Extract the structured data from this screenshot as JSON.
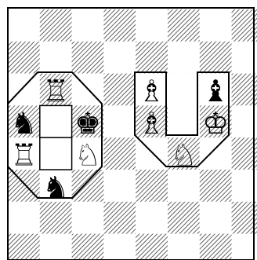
{
  "board": {
    "files": 8,
    "ranks": 8,
    "light_square_color": "#ffffff",
    "dark_square_hatch_color": "#333333",
    "frame_color": "#000000"
  },
  "regions": [
    {
      "name": "left-octagon-region",
      "shape": "octagon",
      "contains": [
        "black-knight-a5",
        "white-rook-b6",
        "black-king-c5",
        "white-rook-a4",
        "white-knight-c4",
        "black-knight-b3",
        "blank-b5",
        "blank-b4"
      ]
    },
    {
      "name": "right-u-region",
      "shape": "U",
      "contains": [
        "white-bishop-e6",
        "white-bishop-e5",
        "black-bishop-g6",
        "white-king-g5",
        "white-knight-f4"
      ]
    }
  ],
  "pieces": [
    {
      "id": "white-rook-b6",
      "glyph": "♖",
      "color": "white",
      "type": "rook",
      "file": 1,
      "rank": 6
    },
    {
      "id": "black-knight-a5",
      "glyph": "♞",
      "color": "black",
      "type": "knight",
      "file": 0,
      "rank": 5
    },
    {
      "id": "black-king-c5",
      "glyph": "♚",
      "color": "black",
      "type": "king",
      "file": 2,
      "rank": 5
    },
    {
      "id": "white-rook-a4",
      "glyph": "♖",
      "color": "white",
      "type": "rook",
      "file": 0,
      "rank": 4
    },
    {
      "id": "white-knight-c4",
      "glyph": "♘",
      "color": "white",
      "type": "knight",
      "file": 2,
      "rank": 4
    },
    {
      "id": "black-knight-b3",
      "glyph": "♞",
      "color": "black",
      "type": "knight",
      "file": 1,
      "rank": 3
    },
    {
      "id": "white-bishop-e6",
      "glyph": "♗",
      "color": "white",
      "type": "bishop",
      "file": 4,
      "rank": 6
    },
    {
      "id": "white-bishop-e5",
      "glyph": "♗",
      "color": "white",
      "type": "bishop",
      "file": 4,
      "rank": 5
    },
    {
      "id": "black-bishop-g6",
      "glyph": "♝",
      "color": "black",
      "type": "bishop",
      "file": 6,
      "rank": 6
    },
    {
      "id": "white-king-g5",
      "glyph": "♔",
      "color": "white",
      "type": "king",
      "file": 6,
      "rank": 5
    },
    {
      "id": "white-knight-f4",
      "glyph": "♘",
      "color": "white",
      "type": "knight",
      "file": 5,
      "rank": 4
    }
  ],
  "blank_squares": [
    {
      "id": "blank-b5",
      "file": 1,
      "rank": 5
    },
    {
      "id": "blank-b4",
      "file": 1,
      "rank": 4
    },
    {
      "id": "blank-f6",
      "file": 5,
      "rank": 6
    },
    {
      "id": "blank-f5",
      "file": 5,
      "rank": 5
    }
  ]
}
